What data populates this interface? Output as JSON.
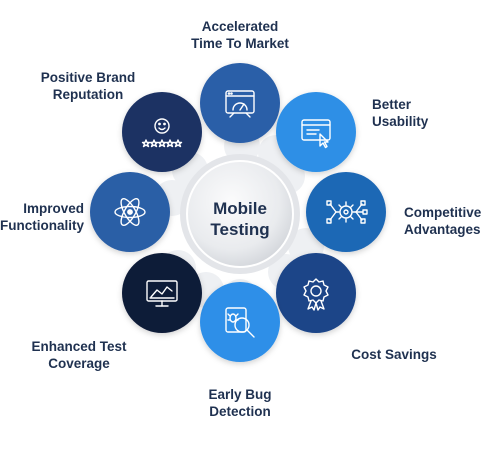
{
  "center": {
    "title": "Mobile\nTesting"
  },
  "nodes": [
    {
      "id": "accelerated",
      "label": "Accelerated\nTime To Market",
      "icon": "speedometer-browser-icon",
      "color": "#2b5ea8"
    },
    {
      "id": "usability",
      "label": "Better\nUsability",
      "icon": "browser-cursor-click-icon",
      "color": "#2e8fe6"
    },
    {
      "id": "competitive",
      "label": "Competitive\nAdvantages",
      "icon": "gear-network-icon",
      "color": "#1e67b5"
    },
    {
      "id": "cost",
      "label": "Cost Savings",
      "icon": "award-badge-icon",
      "color": "#1b4488"
    },
    {
      "id": "early-bug",
      "label": "Early Bug\nDetection",
      "icon": "bug-magnifier-icon",
      "color": "#2f8fe8"
    },
    {
      "id": "coverage",
      "label": "Enhanced Test\nCoverage",
      "icon": "monitor-chart-icon",
      "color": "#111a38"
    },
    {
      "id": "functionality",
      "label": "Improved\nFunctionality",
      "icon": "atom-icon",
      "color": "#2a5ea6"
    },
    {
      "id": "brand",
      "label": "Positive Brand\nReputation",
      "icon": "smiley-stars-icon",
      "color": "#1c3364"
    }
  ],
  "colors": {
    "text": "#1f3150",
    "hub_light": "#f2f3f5",
    "hub_dark": "#d3d6db",
    "connector": "#eef0f3"
  }
}
